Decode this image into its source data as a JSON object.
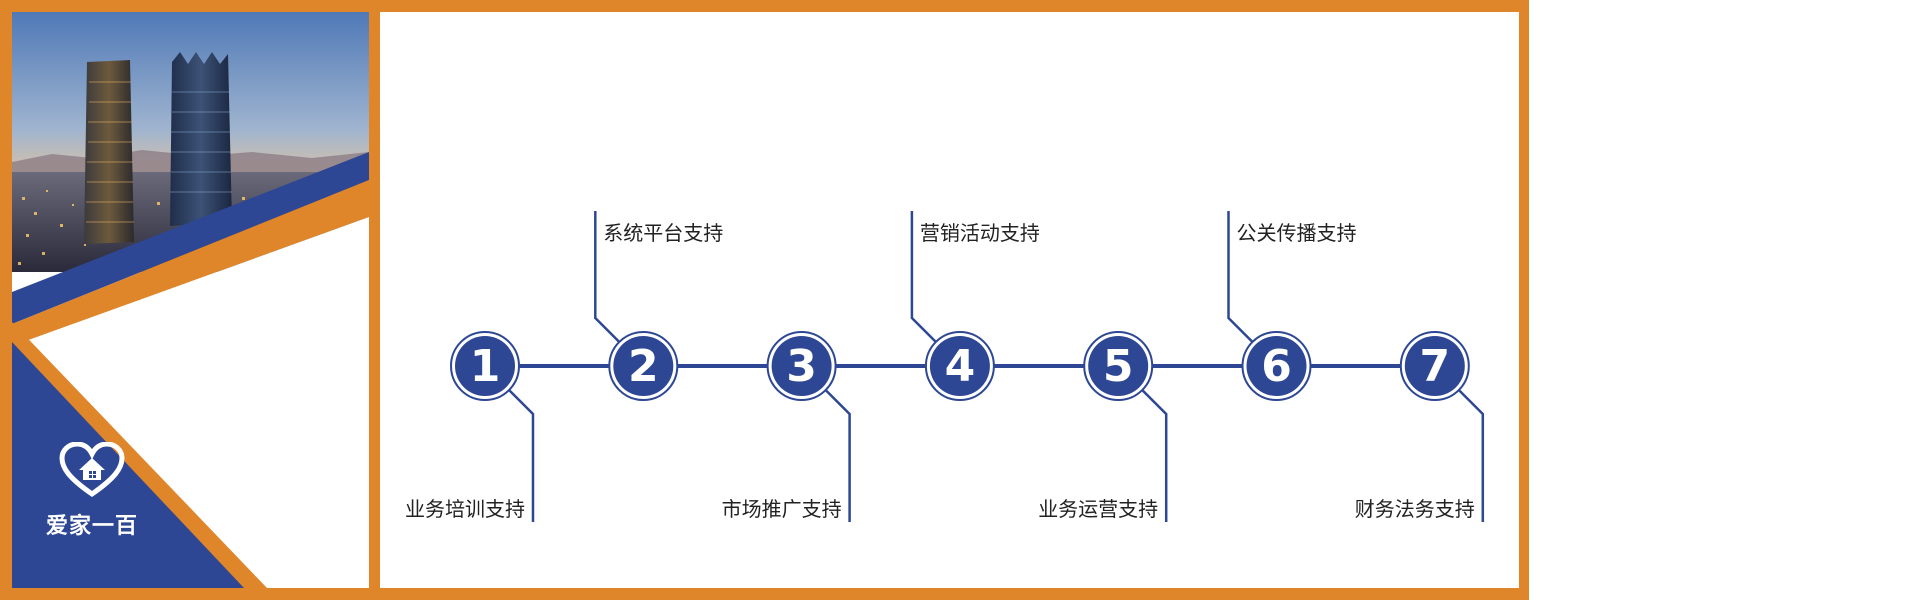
{
  "brand": {
    "name": "爱家一百"
  },
  "colors": {
    "frame": "#e0862a",
    "navy": "#2e4795",
    "accent": "#e0862a"
  },
  "diagram": {
    "steps": [
      {
        "number": "1",
        "label": "业务培训支持",
        "position": "below"
      },
      {
        "number": "2",
        "label": "系统平台支持",
        "position": "above"
      },
      {
        "number": "3",
        "label": "市场推广支持",
        "position": "below"
      },
      {
        "number": "4",
        "label": "营销活动支持",
        "position": "above"
      },
      {
        "number": "5",
        "label": "业务运营支持",
        "position": "below"
      },
      {
        "number": "6",
        "label": "公关传播支持",
        "position": "above"
      },
      {
        "number": "7",
        "label": "财务法务支持",
        "position": "below"
      }
    ]
  }
}
